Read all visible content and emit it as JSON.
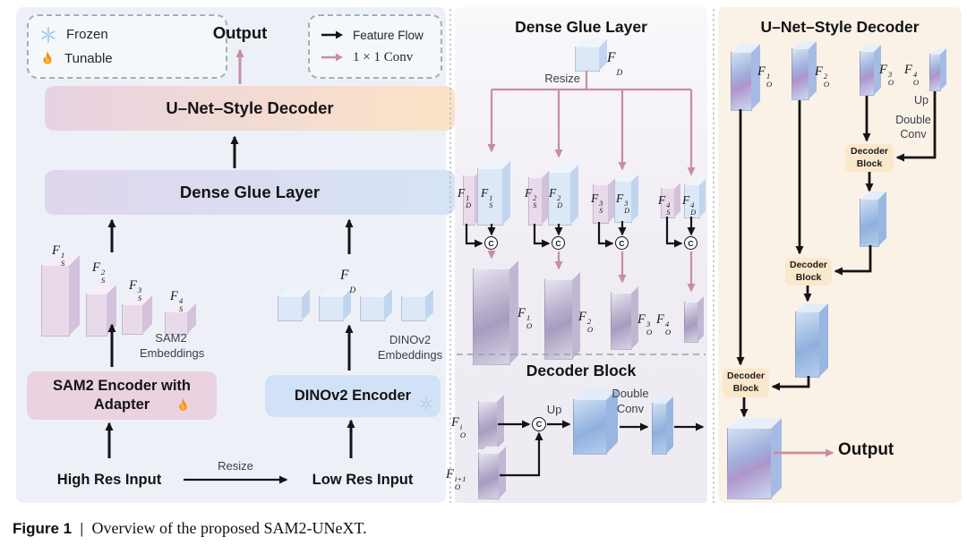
{
  "colors": {
    "accent_pink_arrow": "#c98da0",
    "arrow_black": "#141414",
    "left_panel_bg": "#edf1f7",
    "middle_panel_bg": "#f2f0f5",
    "right_panel_bg": "#faf2e7",
    "decoder_block_box_bg": "#fbe7cb",
    "sam2_box_bg": "#ead2e0",
    "dino_box_bg": "#d2e2f6",
    "frozen_icon_blue": "#8ec3ea",
    "tunable_icon_orange": "#f4901e"
  },
  "legend": {
    "frozen": "Frozen",
    "tunable": "Tunable",
    "feature_flow": "Feature Flow",
    "conv": "1 × 1 Conv"
  },
  "left": {
    "output": "Output",
    "decoder_bar": "U–Net–Style Decoder",
    "glue_bar": "Dense Glue Layer",
    "features_s": [
      {
        "base": "F",
        "sup": "1",
        "sub": "S"
      },
      {
        "base": "F",
        "sup": "2",
        "sub": "S"
      },
      {
        "base": "F",
        "sup": "3",
        "sub": "S"
      },
      {
        "base": "F",
        "sup": "4",
        "sub": "S"
      }
    ],
    "fd": {
      "base": "F",
      "sup": "",
      "sub": "D"
    },
    "sam2_embeddings": [
      "SAM2",
      "Embeddings"
    ],
    "dino_embeddings": [
      "DINOv2",
      "Embeddings"
    ],
    "sam2_encoder": [
      "SAM2 Encoder with",
      "Adapter"
    ],
    "dino_encoder": "DINOv2 Encoder",
    "high_res": "High Res Input",
    "resize": "Resize",
    "low_res": "Low Res Input"
  },
  "middle": {
    "title": "Dense Glue Layer",
    "fd": {
      "base": "F",
      "sup": "",
      "sub": "D"
    },
    "resize": "Resize",
    "pairs": [
      {
        "left": {
          "base": "F",
          "sup": "1",
          "sub": "D"
        },
        "right": {
          "base": "F",
          "sup": "1",
          "sub": "S"
        }
      },
      {
        "left": {
          "base": "F",
          "sup": "2",
          "sub": "S"
        },
        "right": {
          "base": "F",
          "sup": "2",
          "sub": "D"
        }
      },
      {
        "left": {
          "base": "F",
          "sup": "3",
          "sub": "S"
        },
        "right": {
          "base": "F",
          "sup": "3",
          "sub": "D"
        }
      },
      {
        "left": {
          "base": "F",
          "sup": "4",
          "sub": "S"
        },
        "right": {
          "base": "F",
          "sup": "4",
          "sub": "D"
        }
      }
    ],
    "concat": "C",
    "outputs": [
      {
        "base": "F",
        "sup": "1",
        "sub": "O"
      },
      {
        "base": "F",
        "sup": "2",
        "sub": "O"
      },
      {
        "base": "F",
        "sup": "3",
        "sub": "O"
      },
      {
        "base": "F",
        "sup": "4",
        "sub": "O"
      }
    ],
    "decoder_title": "Decoder Block",
    "fo_i": {
      "base": "F",
      "sup": "i",
      "sub": "O"
    },
    "fo_i1": {
      "base": "F",
      "sup": "i+1",
      "sub": "O"
    },
    "up": "Up",
    "double_conv": [
      "Double",
      "Conv"
    ]
  },
  "right": {
    "title": "U–Net–Style Decoder",
    "inputs": [
      {
        "base": "F",
        "sup": "1",
        "sub": "O"
      },
      {
        "base": "F",
        "sup": "2",
        "sub": "O"
      },
      {
        "base": "F",
        "sup": "3",
        "sub": "O"
      },
      {
        "base": "F",
        "sup": "4",
        "sub": "O"
      }
    ],
    "up": "Up",
    "double_conv": [
      "Double",
      "Conv"
    ],
    "decoder_block": [
      "Decoder",
      "Block"
    ],
    "output": "Output"
  },
  "caption": {
    "label": "Figure 1",
    "sep": "|",
    "text": "Overview of the proposed SAM2-UNeXT."
  }
}
